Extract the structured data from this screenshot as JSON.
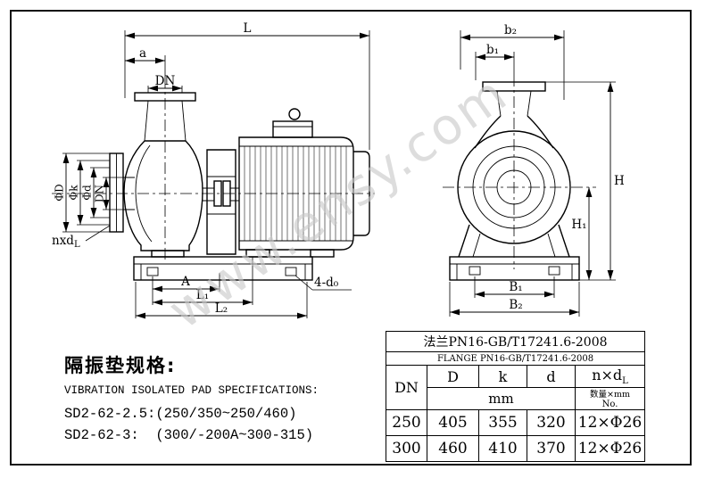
{
  "watermark": "www.ensy.com",
  "left_view": {
    "dims": {
      "L": "L",
      "a": "a",
      "DN_top": "DN",
      "phiD": "ΦD",
      "phik": "Φk",
      "phid": "Φd",
      "DN_side": "DN",
      "nxd_base": "nxd",
      "nxd_sub": "L",
      "A": "A",
      "L1": "L₁",
      "L2": "L₂",
      "holes": "4-d₀"
    }
  },
  "right_view": {
    "dims": {
      "b2": "b₂",
      "b1": "b₁",
      "H": "H",
      "H1": "H₁",
      "B1": "B₁",
      "B2": "B₂"
    }
  },
  "specs": {
    "title_cn": "隔振垫规格:",
    "title_en": "VIBRATION ISOLATED PAD SPECIFICATIONS:",
    "line1": "SD2-62-2.5:(250/350~250/460)",
    "line2": "SD2-62-3:  (300/-200A~300-315)"
  },
  "flange_table": {
    "title_cn": "法兰PN16-GB/T17241.6-2008",
    "title_en": "FLANGE PN16-GB/T17241.6-2008",
    "col_dn": "DN",
    "col_D": "D",
    "col_k": "k",
    "col_d": "d",
    "col_n_base": "n×d",
    "col_n_sub": "L",
    "unit_mm": "mm",
    "unit_qty_cn": "数量×mm",
    "unit_qty_en": "No.",
    "rows": [
      {
        "dn": "250",
        "D": "405",
        "k": "355",
        "d": "320",
        "n": "12×Φ26"
      },
      {
        "dn": "300",
        "D": "460",
        "k": "410",
        "d": "370",
        "n": "12×Φ26"
      }
    ]
  }
}
